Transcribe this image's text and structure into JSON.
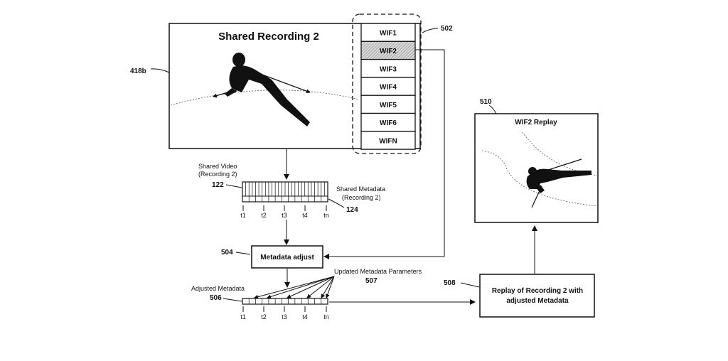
{
  "recording": {
    "ref": "418b",
    "title": "Shared Recording 2"
  },
  "wif_panel": {
    "ref": "502",
    "items": [
      "WIF1",
      "WIF2",
      "WIF3",
      "WIF4",
      "WIF5",
      "WIF6",
      "WIFN"
    ],
    "selected": "WIF2"
  },
  "shared_video": {
    "label_line1": "Shared Video",
    "label_line2": "(Recording 2)",
    "ref": "122"
  },
  "shared_metadata": {
    "label_line1": "Shared Metadata",
    "label_line2": "(Recording 2)",
    "ref": "124"
  },
  "time_ticks": [
    "t1",
    "t2",
    "t3",
    "t4",
    "tn"
  ],
  "metadata_adjust": {
    "ref": "504",
    "label": "Metadata adjust"
  },
  "adjusted_metadata": {
    "label": "Adjusted Metadata",
    "ref": "506"
  },
  "updated_parameters": {
    "label": "Updated Metadata Parameters",
    "ref": "507"
  },
  "replay_box": {
    "ref": "508",
    "line1": "Replay of Recording 2 with",
    "line2": "adjusted Metadata"
  },
  "wif_replay": {
    "ref": "510",
    "title": "WIF2 Replay"
  },
  "colors": {
    "line": "#111111",
    "selected_fill": "#cfcfcf"
  }
}
